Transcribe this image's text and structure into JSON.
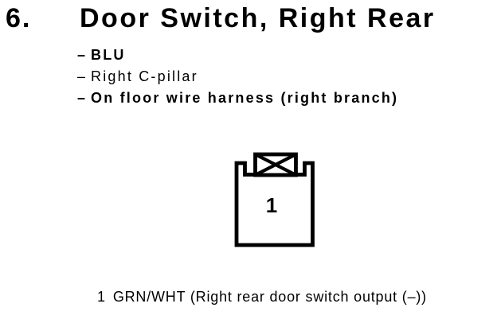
{
  "page": {
    "background": "#ffffff",
    "ink": "#000000"
  },
  "header": {
    "item_number": "6.",
    "title": "Door Switch, Right Rear"
  },
  "details": {
    "dash": "–",
    "items": [
      {
        "label": "BLU"
      },
      {
        "label": "Right C-pillar"
      },
      {
        "label": "On floor wire harness (right branch)"
      }
    ]
  },
  "connector": {
    "pin_label": "1"
  },
  "legend": {
    "pin": "1",
    "description": "GRN/WHT (Right rear door switch output (–))"
  }
}
